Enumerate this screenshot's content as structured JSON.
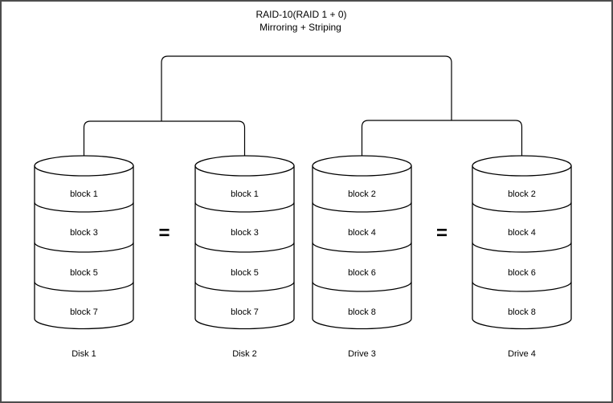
{
  "title": {
    "line1": "RAID-10(RAID 1 + 0)",
    "line2": "Mirroring + Striping"
  },
  "equals_symbol": "=",
  "disks": [
    {
      "label": "Disk 1",
      "blocks": [
        "block 1",
        "block 3",
        "block 5",
        "block 7"
      ]
    },
    {
      "label": "Disk 2",
      "blocks": [
        "block 1",
        "block 3",
        "block 5",
        "block 7"
      ]
    },
    {
      "label": "Drive 3",
      "blocks": [
        "block 2",
        "block 4",
        "block 6",
        "block 8"
      ]
    },
    {
      "label": "Drive 4",
      "blocks": [
        "block 2",
        "block 4",
        "block 6",
        "block 8"
      ]
    }
  ],
  "colors": {
    "line": "#000000",
    "border": "#4d4d4d",
    "background": "#ffffff"
  }
}
